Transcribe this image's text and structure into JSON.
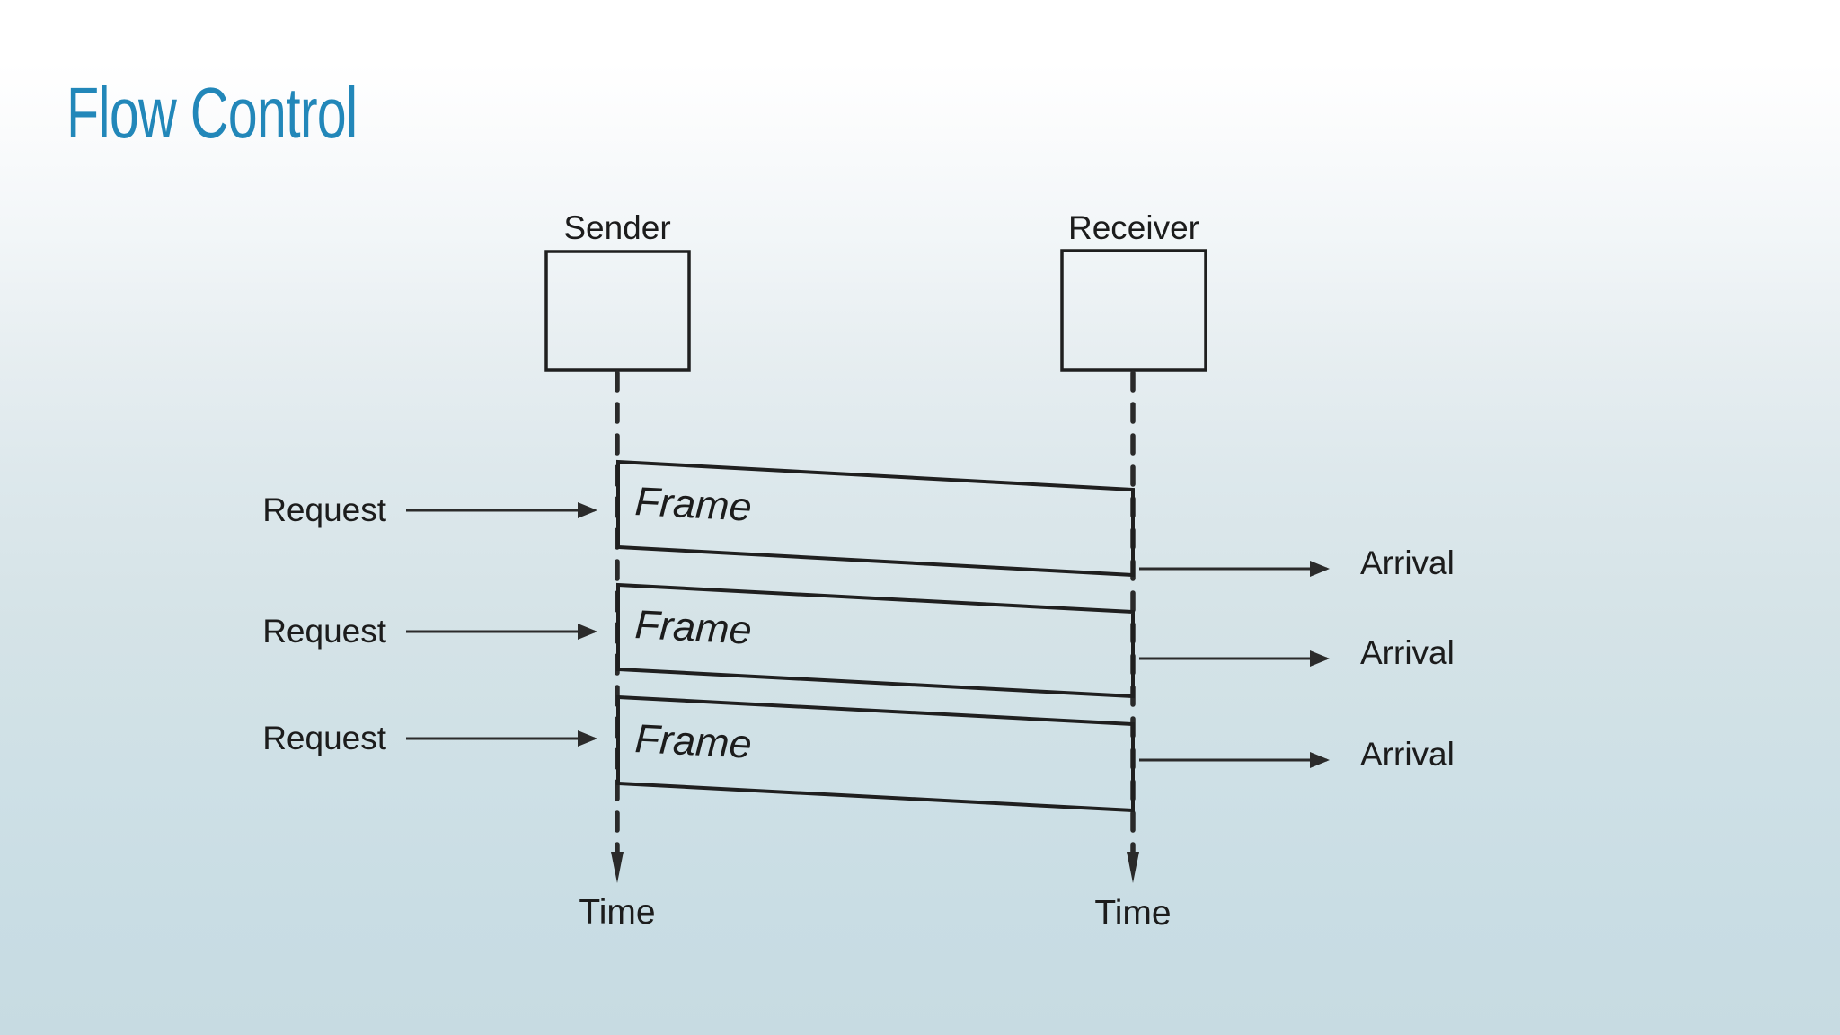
{
  "slide": {
    "title": "Flow Control",
    "title_color": "#2287b9",
    "background_top_color": "#ffffff",
    "background_bottom_color": "#c7dbe2",
    "line_color": "#1f1f1f",
    "text_color": "#1c1c1c"
  },
  "diagram": {
    "actors": [
      {
        "label": "Sender",
        "time_label": "Time"
      },
      {
        "label": "Receiver",
        "time_label": "Time"
      }
    ],
    "frames": [
      {
        "label": "Frame"
      },
      {
        "label": "Frame"
      },
      {
        "label": "Frame"
      }
    ],
    "requests": [
      {
        "label": "Request"
      },
      {
        "label": "Request"
      },
      {
        "label": "Request"
      }
    ],
    "arrivals": [
      {
        "label": "Arrival"
      },
      {
        "label": "Arrival"
      },
      {
        "label": "Arrival"
      }
    ]
  }
}
